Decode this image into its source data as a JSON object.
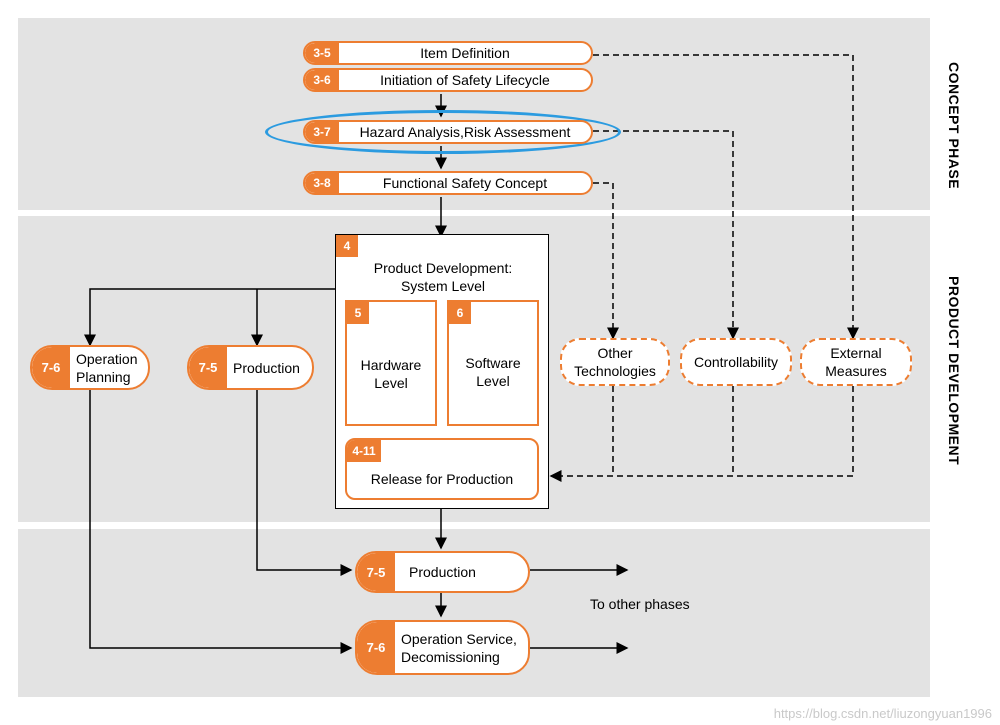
{
  "phases": {
    "concept": "CONCEPT PHASE",
    "product": "PRODUCT DEVELOPMENT"
  },
  "concept": {
    "item_definition": {
      "num": "3-5",
      "label": "Item Definition"
    },
    "initiation": {
      "num": "3-6",
      "label": "Initiation of Safety Lifecycle"
    },
    "hazard": {
      "num": "3-7",
      "label": "Hazard Analysis,Risk Assessment"
    },
    "fsc": {
      "num": "3-8",
      "label": "Functional Safety Concept"
    }
  },
  "product_dev": {
    "system": {
      "num": "4",
      "label_line1": "Product Development:",
      "label_line2": "System Level"
    },
    "hardware": {
      "num": "5",
      "line1": "Hardware",
      "line2": "Level"
    },
    "software": {
      "num": "6",
      "line1": "Software",
      "line2": "Level"
    },
    "release": {
      "num": "4-11",
      "label": "Release for Production"
    }
  },
  "left_boxes": {
    "operation_planning": {
      "num": "7-6",
      "line1": "Operation",
      "line2": "Planning"
    },
    "production": {
      "num": "7-5",
      "label": "Production"
    }
  },
  "external": {
    "other_tech": {
      "line1": "Other",
      "line2": "Technologies"
    },
    "controllability": {
      "label": "Controllability"
    },
    "external_measures": {
      "line1": "External",
      "line2": "Measures"
    }
  },
  "bottom": {
    "production": {
      "num": "7-5",
      "label": "Production"
    },
    "operation": {
      "num": "7-6",
      "line1": "Operation Service,",
      "line2": "Decomissioning"
    },
    "to_other": "To other phases"
  },
  "watermark": "https://blog.csdn.net/liuzongyuan1996",
  "colors": {
    "accent": "#ed7d31",
    "highlight": "#2b9be0",
    "band": "#e3e3e3"
  }
}
